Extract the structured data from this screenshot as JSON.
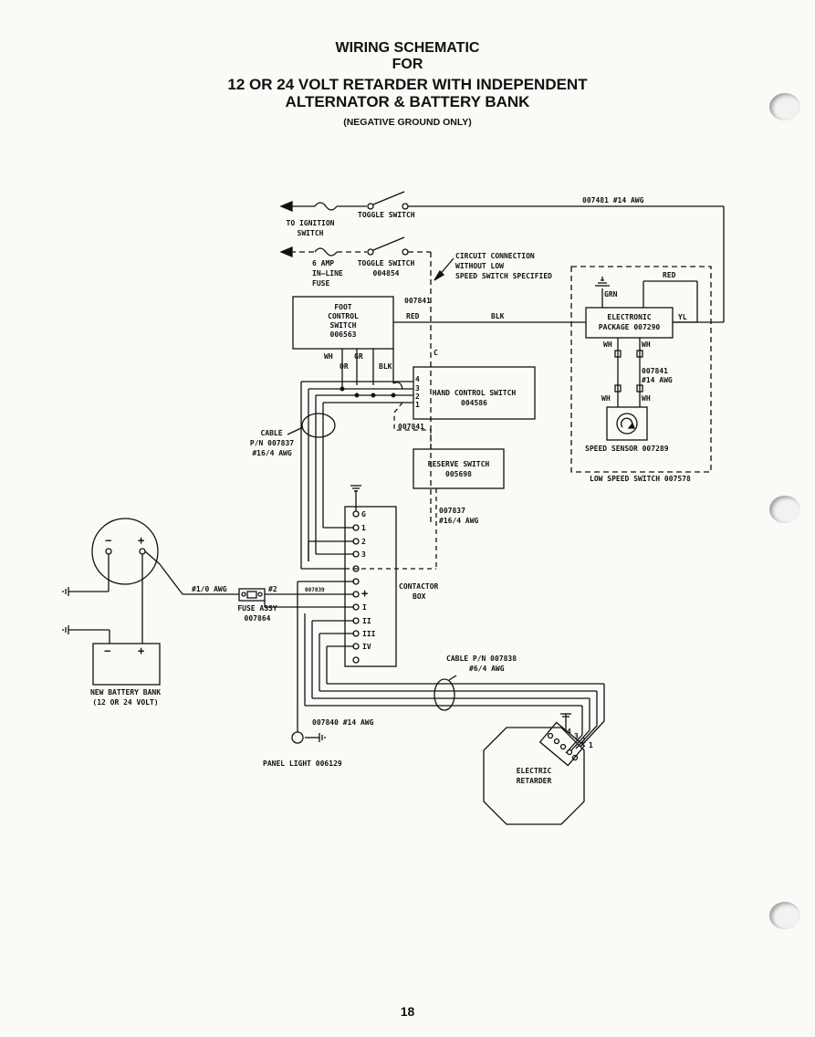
{
  "title": {
    "line1": "WIRING SCHEMATIC",
    "line2": "FOR",
    "line3": "12 OR 24 VOLT RETARDER WITH INDEPENDENT",
    "line4": "ALTERNATOR & BATTERY BANK",
    "note": "(NEGATIVE GROUND ONLY)"
  },
  "page_number": "18",
  "labels": {
    "toggle_switch_1": "TOGGLE SWITCH",
    "to_ignition_1": "TO IGNITION",
    "to_ignition_2": "SWITCH",
    "wire_007481": "007481 #14 AWG",
    "fuse_1": "6 AMP",
    "fuse_2": "IN—LINE",
    "fuse_3": "FUSE",
    "toggle_switch_2": "TOGGLE SWITCH",
    "toggle_switch_2_pn": "004854",
    "circuit_1": "CIRCUIT CONNECTION",
    "circuit_2": "WITHOUT LOW",
    "circuit_3": "SPEED SWITCH SPECIFIED",
    "red_top": "RED",
    "grn": "GRN",
    "foot_1": "FOOT",
    "foot_2": "CONTROL",
    "foot_3": "SWITCH",
    "foot_4": "006563",
    "w_007841_a": "007841",
    "red": "RED",
    "blk": "BLK",
    "ep_1": "ELECTRONIC",
    "ep_2": "PACKAGE 007290",
    "yl": "YL",
    "wh_a": "WH",
    "wh_b": "WH",
    "wh_c": "WH",
    "or": "OR",
    "gr": "GR",
    "blk_2": "BLK",
    "c": "C",
    "w_007841_b1": "007841",
    "w_007841_b2": "#14 AWG",
    "wh_d": "WH",
    "wh_e": "WH",
    "hcs_1": "HAND CONTROL SWITCH",
    "hcs_2": "004586",
    "pin4": "4",
    "pin3": "3",
    "pin2": "2",
    "pin1": "1",
    "w_007841_c": "007841",
    "speed_sensor": "SPEED SENSOR 007289",
    "cable_1": "CABLE",
    "cable_2": "P/N 007837",
    "cable_3": "#16/4 AWG",
    "lss": "LOW SPEED SWITCH 007578",
    "rs_1": "RESERVE SWITCH",
    "rs_2": "005698",
    "w_007837_1": "007837",
    "w_007837_2": "#16/4 AWG",
    "g": "G",
    "t1": "1",
    "t2": "2",
    "t3": "3",
    "contactor_1": "CONTACTOR",
    "contactor_2": "BOX",
    "plus": "+",
    "i1": "I",
    "i2": "II",
    "i3": "III",
    "i4": "IV",
    "w_1_0": "#1/0 AWG",
    "w_2": "#2",
    "w_007839": "007839",
    "fuse_assy_1": "FUSE ASSY",
    "fuse_assy_2": "007864",
    "alt_minus": "−",
    "alt_plus": "+",
    "bat_minus": "−",
    "bat_plus": "+",
    "nbb_1": "NEW BATTERY BANK",
    "nbb_2": "(12 OR 24 VOLT)",
    "cable838_1": "CABLE P/N 007838",
    "cable838_2": "#6/4 AWG",
    "w_007840": "007840  #14 AWG",
    "panel_light": "PANEL LIGHT 006129",
    "er_1": "ELECTRIC",
    "er_2": "RETARDER",
    "rp4": "4",
    "rp3": "3",
    "rp2": "2",
    "rp1": "1"
  }
}
